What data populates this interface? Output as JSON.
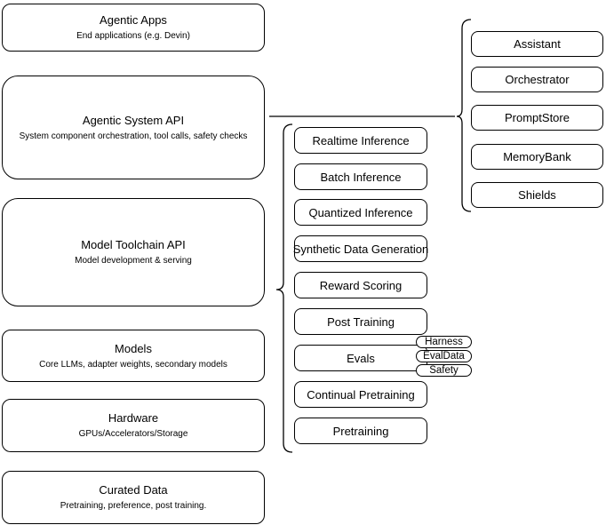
{
  "diagram": {
    "background": "#ffffff",
    "stroke_color": "#000000",
    "left_column": [
      {
        "title": "Agentic Apps",
        "subtitle": "End applications (e.g. Devin)"
      },
      {
        "title": "Agentic System API",
        "subtitle": "System component orchestration, tool calls, safety checks"
      },
      {
        "title": "Model Toolchain API",
        "subtitle": "Model development & serving"
      },
      {
        "title": "Models",
        "subtitle": "Core LLMs, adapter weights, secondary models"
      },
      {
        "title": "Hardware",
        "subtitle": "GPUs/Accelerators/Storage"
      },
      {
        "title": "Curated Data",
        "subtitle": "Pretraining, preference, post training."
      }
    ],
    "toolchain_items": [
      "Realtime Inference",
      "Batch Inference",
      "Quantized Inference",
      "Synthetic Data Generation",
      "Reward Scoring",
      "Post Training",
      "Evals",
      "Continual Pretraining",
      "Pretraining"
    ],
    "evals_pills": [
      "Harness",
      "EvalData",
      "Safety"
    ],
    "system_components": [
      "Assistant",
      "Orchestrator",
      "PromptStore",
      "MemoryBank",
      "Shields"
    ]
  }
}
